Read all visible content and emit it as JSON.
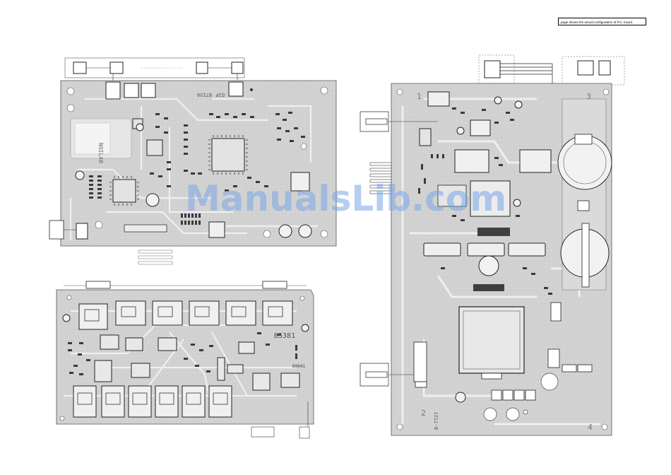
{
  "header_note": "page shows the actual configuration of P.C. board.",
  "watermark": "ManualsLib.com",
  "board_labels": {
    "top_left_silk_a": "NOIL40",
    "top_left_silk_b": "B7156",
    "top_left_silk_c": "D2P",
    "bottom_left_silk": "B5381",
    "bottom_left_silk_b": "B0041",
    "right_silk": "B-7727",
    "corner_1": "1",
    "corner_2": "2",
    "corner_3": "3",
    "corner_4": "4"
  },
  "colors": {
    "board_fill": "#d4d4d4",
    "trace": "#f2f2f2",
    "outline": "#444444",
    "component": "#333333",
    "watermark": "#78a5e6"
  }
}
